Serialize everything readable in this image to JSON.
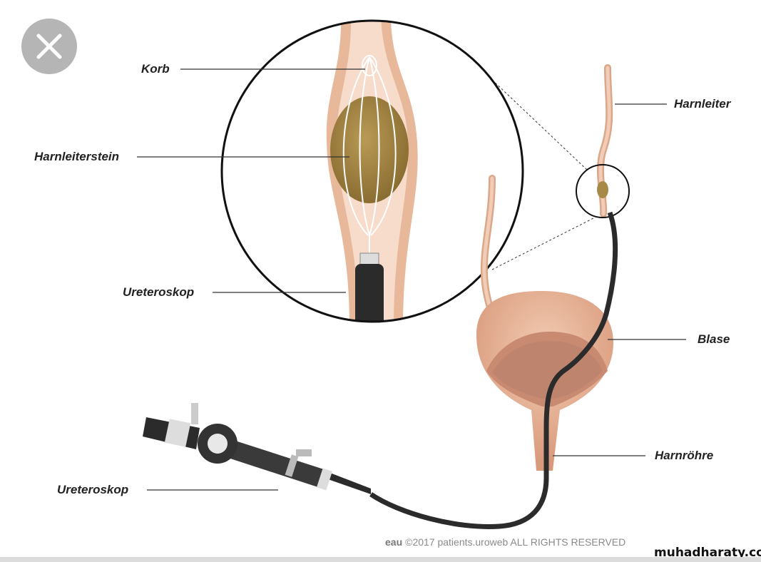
{
  "viewer": {
    "close_icon": "close-icon"
  },
  "labels": {
    "korb": "Korb",
    "harnleiterstein": "Harnleiterstein",
    "ureteroskop_inset": "Ureteroskop",
    "harnleiter": "Harnleiter",
    "blase": "Blase",
    "harnroehre": "Harnröhre",
    "ureteroskop_main": "Ureteroskop"
  },
  "credit": {
    "logo": "eau",
    "text": "©2017 patients.uroweb ALL RIGHTS RESERVED"
  },
  "watermark": "muhadharaty.com",
  "colors": {
    "tissue": "#e8b89a",
    "stone": "#a88a48",
    "scope": "#2b2b2b",
    "close_bg": "#b5b5b5"
  }
}
